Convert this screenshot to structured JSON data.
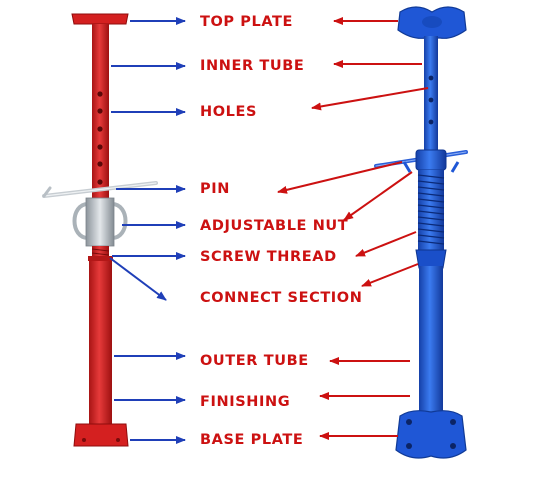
{
  "labels": {
    "top_plate": "TOP PLATE",
    "inner_tube": "INNER TUBE",
    "holes": "HOLES",
    "pin": "PIN",
    "adjustable_nut": "ADJUSTABLE NUT",
    "screw_thread": "SCREW THREAD",
    "connect_section": "CONNECT SECTION",
    "outer_tube": "OUTER TUBE",
    "finishing": "FINISHING",
    "base_plate": "BASE PLATE"
  },
  "colors": {
    "label_text": "#cc1111",
    "left_arrows": "#1f3fb8",
    "right_arrows": "#cc1111",
    "red_prop": "#d42020",
    "blue_prop": "#1f57d6",
    "galvanized": "#b9c0c6"
  }
}
